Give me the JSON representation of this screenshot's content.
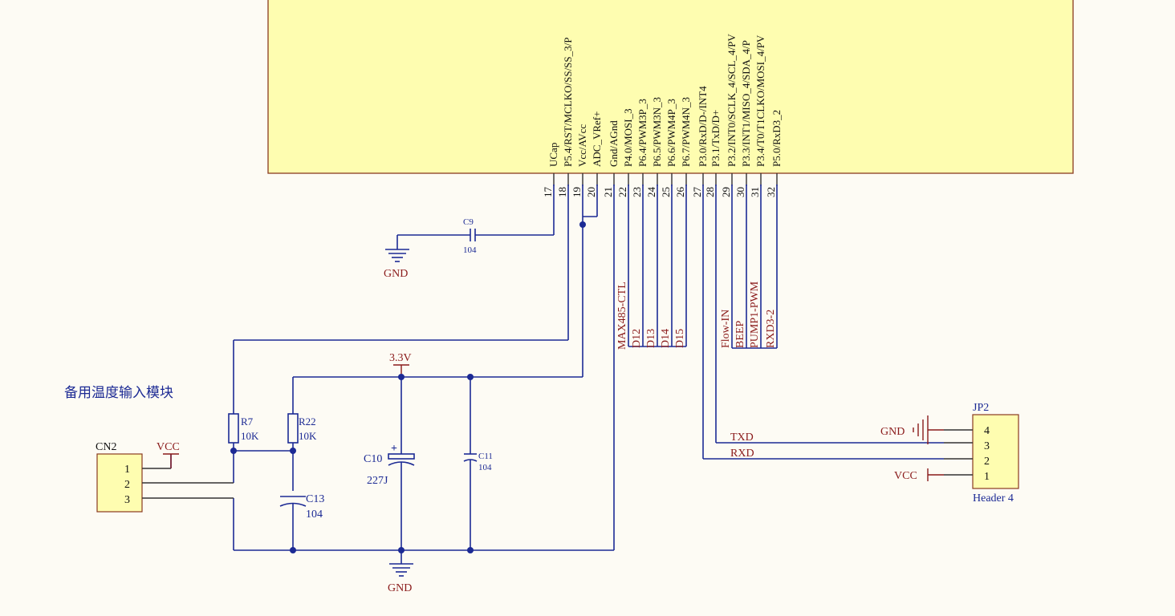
{
  "mcu": {
    "pins": [
      {
        "num": "17",
        "name": "UCap"
      },
      {
        "num": "18",
        "name": "P5.4/RST/MCLKO/SS/SS_3/P"
      },
      {
        "num": "19",
        "name": "Vcc/AVcc"
      },
      {
        "num": "20",
        "name": "ADC_VRef+"
      },
      {
        "num": "21",
        "name": "Gnd/AGnd"
      },
      {
        "num": "22",
        "name": "P4.0/MOSI_3"
      },
      {
        "num": "23",
        "name": "P6.4/PWM3P_3"
      },
      {
        "num": "24",
        "name": "P6.5/PWM3N_3"
      },
      {
        "num": "25",
        "name": "P6.6/PWM4P_3"
      },
      {
        "num": "26",
        "name": "P6.7/PWM4N_3"
      },
      {
        "num": "27",
        "name": "P3.0/RxD/D-/INT4"
      },
      {
        "num": "28",
        "name": "P3.1/TxD/D+"
      },
      {
        "num": "29",
        "name": "P3.2/INT0/SCLK_4/SCL_4/PV"
      },
      {
        "num": "30",
        "name": "P3.3/INT1/MISO_4/SDA_4/P"
      },
      {
        "num": "31",
        "name": "P3.4/T0/T1CLKO/MOSI_4/PV"
      },
      {
        "num": "32",
        "name": "P5.0/RxD3_2"
      }
    ]
  },
  "nets": {
    "max485": "MAX485-CTL",
    "d12": "D12",
    "d13": "D13",
    "d14": "D14",
    "d15": "D15",
    "flow": "Flow-IN",
    "beep": "BEEP",
    "pump": "PUMP1-PWM",
    "rxd3": "RXD3-2",
    "txd": "TXD",
    "rxd": "RXD"
  },
  "power": {
    "gnd": "GND",
    "vcc": "VCC",
    "v33": "3.3V"
  },
  "components": {
    "c9": {
      "ref": "C9",
      "value": "104"
    },
    "r7": {
      "ref": "R7",
      "value": "10K"
    },
    "r22": {
      "ref": "R22",
      "value": "10K"
    },
    "c10": {
      "ref": "C10",
      "value": "227J",
      "polarity": "+"
    },
    "c11": {
      "ref": "C11",
      "value": "104"
    },
    "c13": {
      "ref": "C13",
      "value": "104"
    },
    "cn2": {
      "ref": "CN2",
      "pins": [
        "1",
        "2",
        "3"
      ]
    },
    "jp2": {
      "ref": "JP2",
      "name": "Header 4",
      "pins": [
        "4",
        "3",
        "2",
        "1"
      ]
    }
  },
  "note": "备用温度输入模块",
  "colors": {
    "mcu_fill": "#fefdb0",
    "connector_fill": "#fefdb0",
    "wire": "#1c2a94",
    "power": "#8a1a1a",
    "background": "#fdfbf4"
  }
}
